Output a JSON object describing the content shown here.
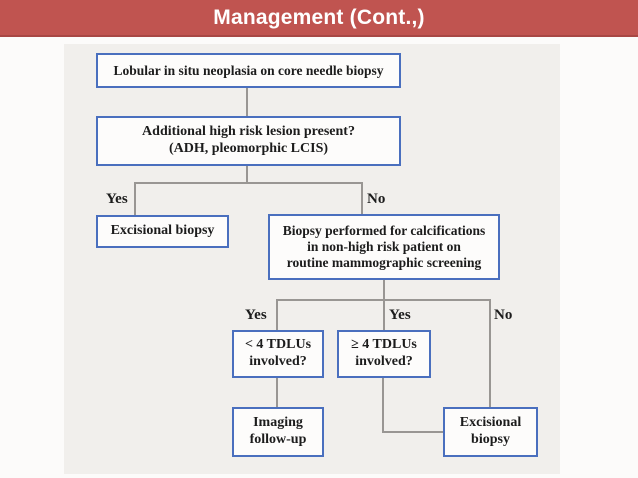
{
  "slide": {
    "title": "Management (Cont.,)"
  },
  "theme": {
    "header_bg": "#c05450",
    "header_text": "#ffffff",
    "box_border": "#4a6fbe",
    "box_bg": "#fdfcfb",
    "figure_bg": "#f1efec",
    "line_color": "#999693",
    "text_color": "#1c1c1c"
  },
  "flowchart": {
    "type": "decision-tree",
    "nodes": {
      "lobular": {
        "lines": [
          "Lobular in situ neoplasia on core needle biopsy"
        ]
      },
      "high_risk": {
        "lines": [
          "Additional high risk lesion present?",
          "(ADH, pleomorphic LCIS)"
        ]
      },
      "excisional_left": {
        "lines": [
          "Excisional biopsy"
        ]
      },
      "biopsy_calc": {
        "lines": [
          "Biopsy performed for calcifications",
          "in non-high risk patient on",
          "routine mammographic screening"
        ]
      },
      "lt4_tdlus": {
        "lines": [
          "< 4 TDLUs",
          "involved?"
        ]
      },
      "ge4_tdlus": {
        "lines": [
          "≥ 4 TDLUs",
          "involved?"
        ]
      },
      "imaging": {
        "lines": [
          "Imaging",
          "follow-up"
        ]
      },
      "excisional_right": {
        "lines": [
          "Excisional",
          "biopsy"
        ]
      }
    },
    "branch_labels": {
      "high_risk_yes": "Yes",
      "high_risk_no": "No",
      "calc_yes_left": "Yes",
      "calc_yes_mid": "Yes",
      "calc_no": "No"
    },
    "edges": [
      {
        "from": "lobular",
        "to": "high_risk",
        "label": ""
      },
      {
        "from": "high_risk",
        "to": "excisional_left",
        "label": "Yes"
      },
      {
        "from": "high_risk",
        "to": "biopsy_calc",
        "label": "No"
      },
      {
        "from": "biopsy_calc",
        "to": "lt4_tdlus",
        "label": "Yes"
      },
      {
        "from": "biopsy_calc",
        "to": "ge4_tdlus",
        "label": "Yes"
      },
      {
        "from": "biopsy_calc",
        "to": "excisional_right",
        "label": "No"
      },
      {
        "from": "lt4_tdlus",
        "to": "imaging",
        "label": ""
      },
      {
        "from": "ge4_tdlus",
        "to": "excisional_right",
        "label": ""
      }
    ]
  }
}
